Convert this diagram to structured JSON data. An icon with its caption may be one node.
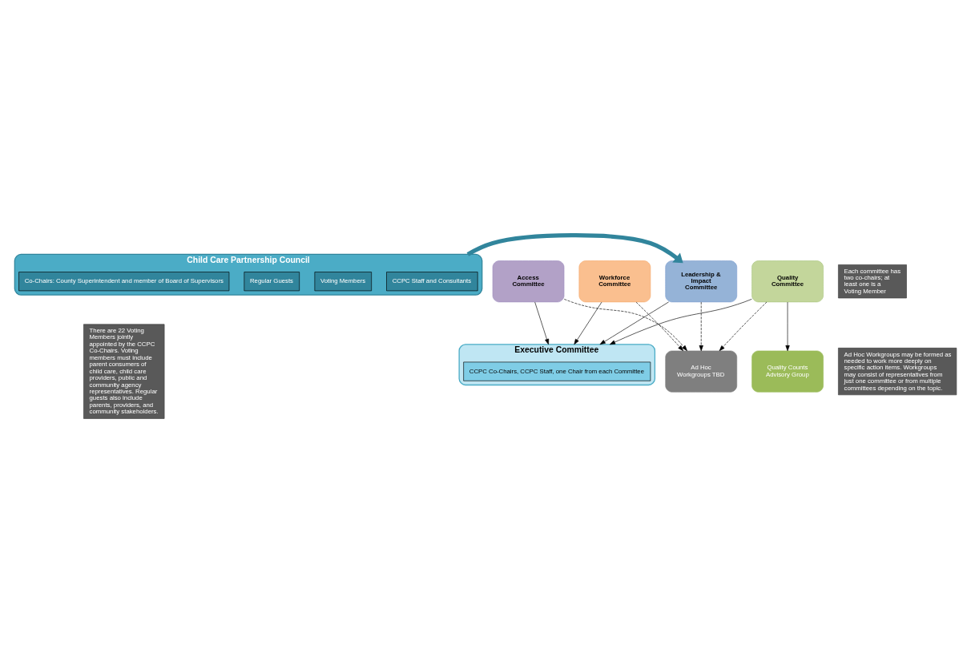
{
  "diagram": {
    "nodes": [
      {
        "text": [
          "Child Care Partnership Council"
        ]
      },
      {
        "text": [
          "Co-Chairs: County Superintendent and member of Board of Supervisors"
        ],
        "in": 0
      },
      {
        "text": [
          "Voting Members"
        ],
        "in": 0
      },
      {
        "text": [
          "Regular Guests"
        ],
        "in": 0
      },
      {
        "text": [
          "CCPC Staff and Consultants"
        ],
        "in": 0
      },
      {
        "text": [
          "Executive Committee"
        ]
      },
      {
        "text": [
          "CCPC Co-Chairs, CCPC Staff, one Chair from each Committee"
        ],
        "in": 5
      },
      {
        "text": [
          "Leadership & Impact Committee"
        ]
      },
      {
        "text": [
          "Access Committee"
        ]
      },
      {
        "text": [
          "Quality Committee"
        ]
      },
      {
        "text": [
          "Workforce Committee"
        ]
      },
      {
        "text": [
          "Ad Hoc Workgroups TBD"
        ]
      },
      {
        "text": [
          "Quality Counts Advisory Group"
        ]
      },
      {
        "text": [
          "There are 22 Voting Members jointly appointed by the CCPC Co-Chairs. Voting members must include parent consumers of child care, child care providers, public and community agency representatives. Regular guests also include parents, providers, and community stakeholders."
        ]
      },
      {
        "text": [
          "Each committee has two co-chairs; at least one is a Voting Member"
        ]
      },
      {
        "text": [
          "Ad Hoc Workgroups may be formed as needed to work more deeply on specific action items. Workgroups may consist of representatives from just one committee or from multiple committees depending on the topic."
        ]
      }
    ],
    "edges": [
      {
        "from": 0,
        "to": 7,
        "arrow": "to",
        "style": "thick",
        "color": "#31859c"
      },
      {
        "from": 7,
        "to": 5,
        "arrow": "to"
      },
      {
        "from": 8,
        "to": 5,
        "arrow": "to"
      },
      {
        "from": 9,
        "to": 5,
        "arrow": "to"
      },
      {
        "from": 10,
        "to": 5,
        "arrow": "to"
      },
      {
        "from": 7,
        "to": 11,
        "arrow": "to",
        "style": "dashed"
      },
      {
        "from": 8,
        "to": 11,
        "arrow": "to",
        "style": "dashed"
      },
      {
        "from": 9,
        "to": 11,
        "arrow": "to",
        "style": "dashed"
      },
      {
        "from": 10,
        "to": 11,
        "arrow": "to",
        "style": "dashed"
      },
      {
        "from": 9,
        "to": 12,
        "arrow": "to"
      }
    ]
  }
}
